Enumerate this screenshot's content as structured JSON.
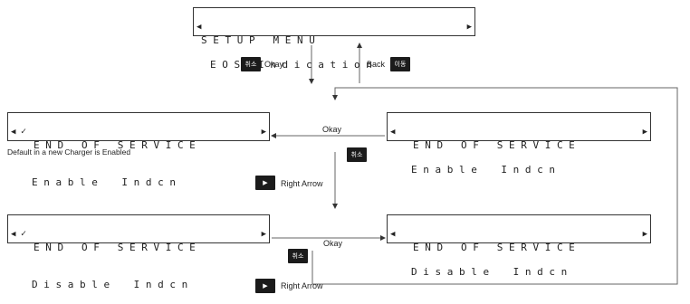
{
  "setup_menu": {
    "line1": "S E T U P   M E N U",
    "line2": "E O S   I n d i c a t i o n"
  },
  "eos_screens": {
    "heading": "E N D   O F   S E R V I C E",
    "enable": "E n a b l e    I n d c n",
    "disable": "D i s a b l e    I n d c n",
    "check": "✓"
  },
  "keys": {
    "ok_key": "취소",
    "back_key": "이동",
    "right_key_icon": "play-triangle"
  },
  "labels": {
    "okay": "Okay",
    "back": "Back",
    "right_arrow": "Right Arrow",
    "default_note": "Default in a new Charger is Enabled"
  }
}
